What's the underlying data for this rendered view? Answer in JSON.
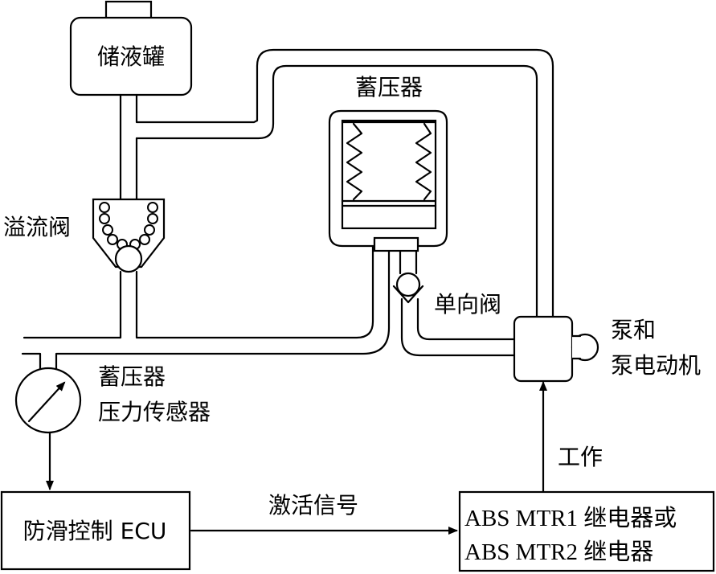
{
  "labels": {
    "reservoir": "储液罐",
    "accumulator": "蓄压器",
    "relief_valve": "溢流阀",
    "check_valve": "单向阀",
    "pump_line1": "泵和",
    "pump_line2": "泵电动机",
    "sensor_line1": "蓄压器",
    "sensor_line2": "压力传感器",
    "ecu": "防滑控制 ECU",
    "activate_signal": "激活信号",
    "work": "工作",
    "relay_line1": "ABS MTR1 继电器或",
    "relay_line2": "ABS MTR2 继电器"
  }
}
